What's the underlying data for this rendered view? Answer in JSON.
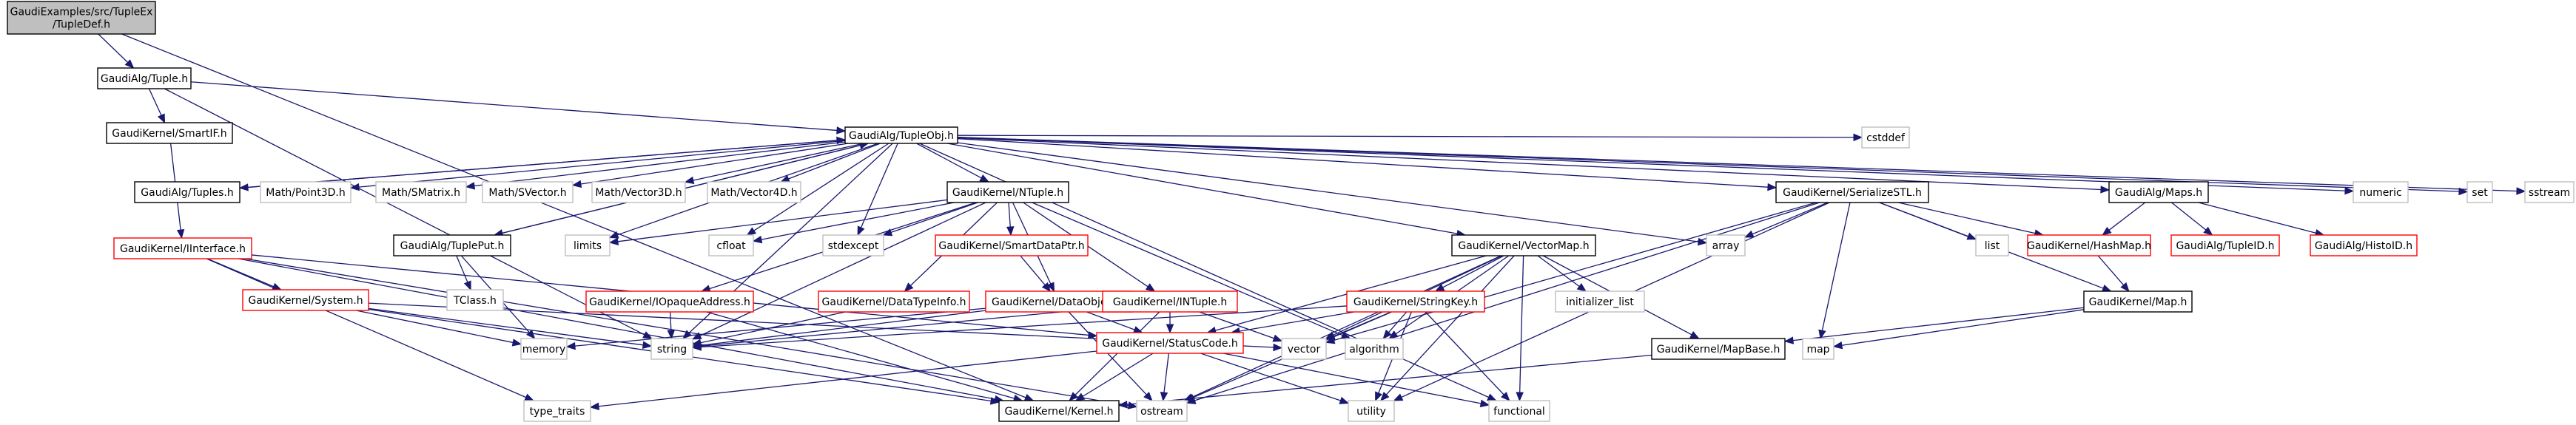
{
  "colors": {
    "edge": "#191970",
    "border_normal": "#000000",
    "border_missing": "#ff0000",
    "border_system": "#bfbfbf",
    "fill_root": "#bfbfbf",
    "fill_normal": "#ffffff"
  },
  "nodes": [
    {
      "id": "root",
      "label": "GaudiExamples/src/TupleEx\n/TupleDef.h",
      "kind": "root"
    },
    {
      "id": "tuple",
      "label": "GaudiAlg/Tuple.h",
      "kind": "normal"
    },
    {
      "id": "tupleobj",
      "label": "GaudiAlg/TupleObj.h",
      "kind": "normal"
    },
    {
      "id": "smartif",
      "label": "GaudiKernel/SmartIF.h",
      "kind": "normal"
    },
    {
      "id": "iinterface",
      "label": "GaudiKernel/IInterface.h",
      "kind": "missing"
    },
    {
      "id": "system",
      "label": "GaudiKernel/System.h",
      "kind": "missing"
    },
    {
      "id": "tuples",
      "label": "GaudiAlg/Tuples.h",
      "kind": "normal"
    },
    {
      "id": "point3d",
      "label": "Math/Point3D.h",
      "kind": "system"
    },
    {
      "id": "smatrix",
      "label": "Math/SMatrix.h",
      "kind": "system"
    },
    {
      "id": "svector",
      "label": "Math/SVector.h",
      "kind": "system"
    },
    {
      "id": "vector3d",
      "label": "Math/Vector3D.h",
      "kind": "system"
    },
    {
      "id": "vector4d",
      "label": "Math/Vector4D.h",
      "kind": "system"
    },
    {
      "id": "ntuple",
      "label": "GaudiKernel/NTuple.h",
      "kind": "normal"
    },
    {
      "id": "tupleput",
      "label": "GaudiAlg/TuplePut.h",
      "kind": "normal"
    },
    {
      "id": "tclass",
      "label": "TClass.h",
      "kind": "system"
    },
    {
      "id": "limits",
      "label": "limits",
      "kind": "system"
    },
    {
      "id": "cfloat",
      "label": "cfloat",
      "kind": "system"
    },
    {
      "id": "stdexcept",
      "label": "stdexcept",
      "kind": "system"
    },
    {
      "id": "smartdataptr",
      "label": "GaudiKernel/SmartDataPtr.h",
      "kind": "missing"
    },
    {
      "id": "iopaque",
      "label": "GaudiKernel/IOpaqueAddress.h",
      "kind": "missing"
    },
    {
      "id": "datatypeinfo",
      "label": "GaudiKernel/DataTypeInfo.h",
      "kind": "missing"
    },
    {
      "id": "dataobject",
      "label": "GaudiKernel/DataObject.h",
      "kind": "missing"
    },
    {
      "id": "intuple",
      "label": "GaudiKernel/INTuple.h",
      "kind": "missing"
    },
    {
      "id": "vectormap",
      "label": "GaudiKernel/VectorMap.h",
      "kind": "normal"
    },
    {
      "id": "stringkey",
      "label": "GaudiKernel/StringKey.h",
      "kind": "missing"
    },
    {
      "id": "statuscode",
      "label": "GaudiKernel/StatusCode.h",
      "kind": "missing"
    },
    {
      "id": "kernel",
      "label": "GaudiKernel/Kernel.h",
      "kind": "normal"
    },
    {
      "id": "memory",
      "label": "memory",
      "kind": "system"
    },
    {
      "id": "string",
      "label": "string",
      "kind": "system"
    },
    {
      "id": "vector",
      "label": "vector",
      "kind": "system"
    },
    {
      "id": "algorithm",
      "label": "algorithm",
      "kind": "system"
    },
    {
      "id": "type_traits",
      "label": "type_traits",
      "kind": "system"
    },
    {
      "id": "ostream",
      "label": "ostream",
      "kind": "system"
    },
    {
      "id": "utility",
      "label": "utility",
      "kind": "system"
    },
    {
      "id": "functional",
      "label": "functional",
      "kind": "system"
    },
    {
      "id": "initializer_list",
      "label": "initializer_list",
      "kind": "system"
    },
    {
      "id": "mapbase",
      "label": "GaudiKernel/MapBase.h",
      "kind": "normal"
    },
    {
      "id": "map",
      "label": "map",
      "kind": "system"
    },
    {
      "id": "array",
      "label": "array",
      "kind": "system"
    },
    {
      "id": "serializestl",
      "label": "GaudiKernel/SerializeSTL.h",
      "kind": "normal"
    },
    {
      "id": "cstddef",
      "label": "cstddef",
      "kind": "system"
    },
    {
      "id": "list",
      "label": "list",
      "kind": "system"
    },
    {
      "id": "hashmap",
      "label": "GaudiKernel/HashMap.h",
      "kind": "missing"
    },
    {
      "id": "gkmap",
      "label": "GaudiKernel/Map.h",
      "kind": "normal"
    },
    {
      "id": "maps",
      "label": "GaudiAlg/Maps.h",
      "kind": "normal"
    },
    {
      "id": "tupleid",
      "label": "GaudiAlg/TupleID.h",
      "kind": "missing"
    },
    {
      "id": "histoid",
      "label": "GaudiAlg/HistoID.h",
      "kind": "missing"
    },
    {
      "id": "numeric",
      "label": "numeric",
      "kind": "system"
    },
    {
      "id": "set",
      "label": "set",
      "kind": "system"
    },
    {
      "id": "sstream",
      "label": "sstream",
      "kind": "system"
    }
  ],
  "edges": [
    [
      "root",
      "tuple"
    ],
    [
      "root",
      "kernel"
    ],
    [
      "tuple",
      "tupleobj"
    ],
    [
      "tuple",
      "smartif"
    ],
    [
      "tuple",
      "string"
    ],
    [
      "smartif",
      "iinterface"
    ],
    [
      "iinterface",
      "system"
    ],
    [
      "iinterface",
      "statuscode"
    ],
    [
      "iinterface",
      "kernel"
    ],
    [
      "iinterface",
      "ostream"
    ],
    [
      "iinterface",
      "type_traits"
    ],
    [
      "system",
      "string"
    ],
    [
      "system",
      "vector"
    ],
    [
      "system",
      "kernel"
    ],
    [
      "system",
      "memory"
    ],
    [
      "tupleobj",
      "tuples"
    ],
    [
      "tupleobj",
      "point3d"
    ],
    [
      "tupleobj",
      "smatrix"
    ],
    [
      "tupleobj",
      "svector"
    ],
    [
      "tupleobj",
      "vector3d"
    ],
    [
      "tupleobj",
      "vector4d"
    ],
    [
      "tupleobj",
      "ntuple"
    ],
    [
      "tupleobj",
      "tupleput"
    ],
    [
      "tupleobj",
      "limits"
    ],
    [
      "tupleobj",
      "cfloat"
    ],
    [
      "tupleobj",
      "stdexcept"
    ],
    [
      "tupleobj",
      "string"
    ],
    [
      "tupleobj",
      "vectormap"
    ],
    [
      "tupleobj",
      "array"
    ],
    [
      "tupleobj",
      "serializestl"
    ],
    [
      "tupleobj",
      "cstddef"
    ],
    [
      "tupleobj",
      "maps"
    ],
    [
      "tupleobj",
      "numeric"
    ],
    [
      "tupleobj",
      "set"
    ],
    [
      "tupleobj",
      "sstream"
    ],
    [
      "tupleobj",
      "functional"
    ],
    [
      "tuples",
      "tupleobj"
    ],
    [
      "tupleput",
      "tupleobj"
    ],
    [
      "tupleput",
      "tclass"
    ],
    [
      "tupleput",
      "memory"
    ],
    [
      "ntuple",
      "smartdataptr"
    ],
    [
      "ntuple",
      "iopaque"
    ],
    [
      "ntuple",
      "datatypeinfo"
    ],
    [
      "ntuple",
      "dataobject"
    ],
    [
      "ntuple",
      "intuple"
    ],
    [
      "ntuple",
      "limits"
    ],
    [
      "ntuple",
      "cfloat"
    ],
    [
      "ntuple",
      "stdexcept"
    ],
    [
      "ntuple",
      "string"
    ],
    [
      "ntuple",
      "algorithm"
    ],
    [
      "smartdataptr",
      "dataobject"
    ],
    [
      "iopaque",
      "string"
    ],
    [
      "iopaque",
      "kernel"
    ],
    [
      "datatypeinfo",
      "string"
    ],
    [
      "dataobject",
      "statuscode"
    ],
    [
      "dataobject",
      "string"
    ],
    [
      "dataobject",
      "ostream"
    ],
    [
      "dataobject",
      "memory"
    ],
    [
      "intuple",
      "statuscode"
    ],
    [
      "intuple",
      "string"
    ],
    [
      "intuple",
      "vector"
    ],
    [
      "intuple",
      "kernel"
    ],
    [
      "vectormap",
      "stringkey"
    ],
    [
      "vectormap",
      "statuscode"
    ],
    [
      "vectormap",
      "vector"
    ],
    [
      "vectormap",
      "algorithm"
    ],
    [
      "vectormap",
      "initializer_list"
    ],
    [
      "vectormap",
      "mapbase"
    ],
    [
      "vectormap",
      "ostream"
    ],
    [
      "vectormap",
      "utility"
    ],
    [
      "vectormap",
      "functional"
    ],
    [
      "stringkey",
      "statuscode"
    ],
    [
      "stringkey",
      "string"
    ],
    [
      "stringkey",
      "vector"
    ],
    [
      "stringkey",
      "algorithm"
    ],
    [
      "stringkey",
      "functional"
    ],
    [
      "stringkey",
      "ostream"
    ],
    [
      "stringkey",
      "utility"
    ],
    [
      "statuscode",
      "kernel"
    ],
    [
      "statuscode",
      "ostream"
    ],
    [
      "statuscode",
      "utility"
    ],
    [
      "statuscode",
      "type_traits"
    ],
    [
      "statuscode",
      "functional"
    ],
    [
      "mapbase",
      "kernel"
    ],
    [
      "serializestl",
      "array"
    ],
    [
      "serializestl",
      "map"
    ],
    [
      "serializestl",
      "list"
    ],
    [
      "serializestl",
      "hashmap"
    ],
    [
      "serializestl",
      "gkmap"
    ],
    [
      "serializestl",
      "vector"
    ],
    [
      "serializestl",
      "ostream"
    ],
    [
      "serializestl",
      "utility"
    ],
    [
      "hashmap",
      "gkmap"
    ],
    [
      "gkmap",
      "mapbase"
    ],
    [
      "gkmap",
      "map"
    ],
    [
      "maps",
      "hashmap"
    ],
    [
      "maps",
      "tupleid"
    ],
    [
      "maps",
      "histoid"
    ]
  ]
}
